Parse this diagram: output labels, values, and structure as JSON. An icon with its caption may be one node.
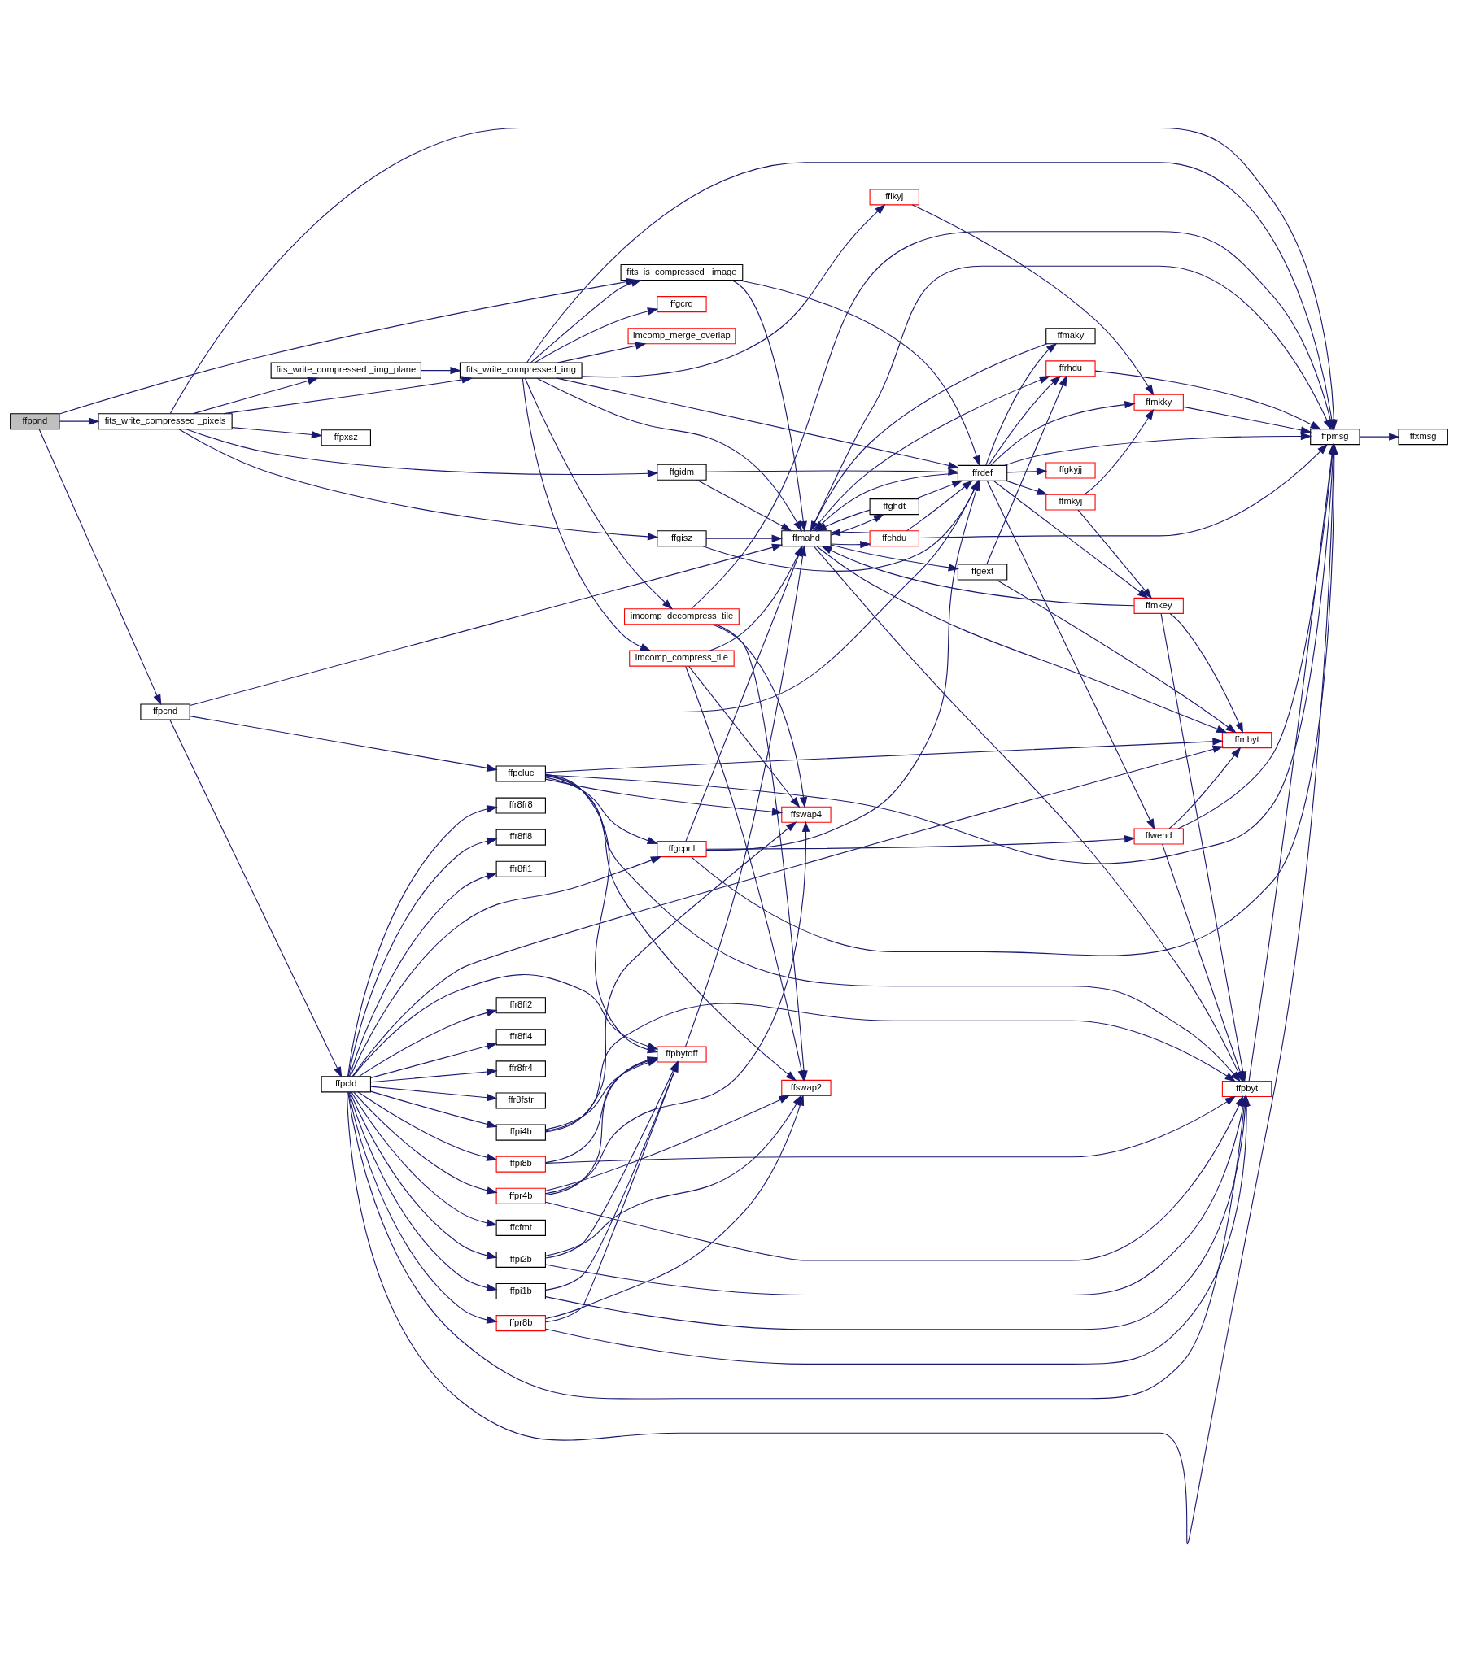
{
  "diagram": {
    "nodes": [
      {
        "text": [
          "ffppnd"
        ]
      },
      {
        "text": [
          "fits_write_compressed _pixels"
        ]
      },
      {
        "text": [
          "ffpcnd"
        ]
      },
      {
        "text": [
          "ffpxsz"
        ]
      },
      {
        "text": [
          "fits_write_compressed _img_plane"
        ]
      },
      {
        "text": [
          "fits_write_compressed_img"
        ]
      },
      {
        "text": [
          "ffpcluc"
        ]
      },
      {
        "text": [
          "ffpcld"
        ]
      },
      {
        "text": [
          "ffgidm"
        ]
      },
      {
        "text": [
          "fits_is_compressed _image"
        ]
      },
      {
        "text": [
          "ffgcrd"
        ]
      },
      {
        "text": [
          "imcomp_merge_overlap"
        ]
      },
      {
        "text": [
          "ffgisz"
        ]
      },
      {
        "text": [
          "ffgcprll"
        ]
      },
      {
        "text": [
          "imcomp_compress_tile"
        ]
      },
      {
        "text": [
          "imcomp_decompress_tile"
        ]
      },
      {
        "text": [
          "ffpi4b"
        ]
      },
      {
        "text": [
          "ffr8fi2"
        ]
      },
      {
        "text": [
          "ffr8fi4"
        ]
      },
      {
        "text": [
          "ffr8fr4"
        ]
      },
      {
        "text": [
          "ffr8fstr"
        ]
      },
      {
        "text": [
          "ffpi8b"
        ]
      },
      {
        "text": [
          "ffpi1b"
        ]
      },
      {
        "text": [
          "ffpr4b"
        ]
      },
      {
        "text": [
          "ffcfmt"
        ]
      },
      {
        "text": [
          "ffpr8b"
        ]
      },
      {
        "text": [
          "ffpi2b"
        ]
      },
      {
        "text": [
          "ffr8fr8"
        ]
      },
      {
        "text": [
          "ffr8fi8"
        ]
      },
      {
        "text": [
          "ffr8fi1"
        ]
      },
      {
        "text": [
          "ffikyj"
        ]
      },
      {
        "text": [
          "ffmahd"
        ]
      },
      {
        "text": [
          "ffchdu"
        ]
      },
      {
        "text": [
          "ffghdt"
        ]
      },
      {
        "text": [
          "ffgext"
        ]
      },
      {
        "text": [
          "ffpbytoff"
        ]
      },
      {
        "text": [
          "ffswap4"
        ]
      },
      {
        "text": [
          "ffswap2"
        ]
      },
      {
        "text": [
          "ffrdef"
        ]
      },
      {
        "text": [
          "ffmaky"
        ]
      },
      {
        "text": [
          "ffgkyjj"
        ]
      },
      {
        "text": [
          "ffmkyj"
        ]
      },
      {
        "text": [
          "ffmkky"
        ]
      },
      {
        "text": [
          "ffrhdu"
        ]
      },
      {
        "text": [
          "ffmkey"
        ]
      },
      {
        "text": [
          "ffwend"
        ]
      },
      {
        "text": [
          "ffmbyt"
        ]
      },
      {
        "text": [
          "ffpbyt"
        ]
      },
      {
        "text": [
          "ffpmsg"
        ]
      },
      {
        "text": [
          "ffxmsg"
        ]
      }
    ],
    "edges": [
      {
        "from": 0,
        "to": 1,
        "arrow": "to"
      },
      {
        "from": 0,
        "to": 9,
        "arrow": "to"
      },
      {
        "from": 0,
        "to": 2,
        "arrow": "to"
      },
      {
        "from": 1,
        "to": 3,
        "arrow": "to"
      },
      {
        "from": 1,
        "to": 5,
        "arrow": "to"
      },
      {
        "from": 1,
        "to": 4,
        "arrow": "to"
      },
      {
        "from": 1,
        "to": 8,
        "arrow": "to"
      },
      {
        "from": 1,
        "to": 12,
        "arrow": "to"
      },
      {
        "from": 1,
        "to": 48,
        "arrow": "to"
      },
      {
        "from": 4,
        "to": 5,
        "arrow": "to"
      },
      {
        "from": 5,
        "to": 30,
        "arrow": "to"
      },
      {
        "from": 5,
        "to": 48,
        "arrow": "to"
      },
      {
        "from": 5,
        "to": 9,
        "arrow": "to"
      },
      {
        "from": 5,
        "to": 38,
        "arrow": "to"
      },
      {
        "from": 5,
        "to": 10,
        "arrow": "to"
      },
      {
        "from": 5,
        "to": 11,
        "arrow": "to"
      },
      {
        "from": 5,
        "to": 31,
        "arrow": "to"
      },
      {
        "from": 5,
        "to": 14,
        "arrow": "to"
      },
      {
        "from": 5,
        "to": 15,
        "arrow": "to"
      },
      {
        "from": 2,
        "to": 31,
        "arrow": "to"
      },
      {
        "from": 2,
        "to": 38,
        "arrow": "to"
      },
      {
        "from": 2,
        "to": 6,
        "arrow": "to"
      },
      {
        "from": 2,
        "to": 7,
        "arrow": "to"
      },
      {
        "from": 8,
        "to": 31,
        "arrow": "to"
      },
      {
        "from": 8,
        "to": 38,
        "arrow": "to"
      },
      {
        "from": 9,
        "to": 31,
        "arrow": "to"
      },
      {
        "from": 9,
        "to": 38,
        "arrow": "to"
      },
      {
        "from": 12,
        "to": 31,
        "arrow": "to"
      },
      {
        "from": 12,
        "to": 38,
        "arrow": "to"
      },
      {
        "from": 6,
        "to": 13,
        "arrow": "to"
      },
      {
        "from": 6,
        "to": 36,
        "arrow": "to"
      },
      {
        "from": 6,
        "to": 46,
        "arrow": "to"
      },
      {
        "from": 6,
        "to": 48,
        "arrow": "to"
      },
      {
        "from": 6,
        "to": 35,
        "arrow": "to"
      },
      {
        "from": 6,
        "to": 37,
        "arrow": "to"
      },
      {
        "from": 6,
        "to": 47,
        "arrow": "to"
      },
      {
        "from": 7,
        "to": 13,
        "arrow": "to"
      },
      {
        "from": 7,
        "to": 46,
        "arrow": "to"
      },
      {
        "from": 7,
        "to": 16,
        "arrow": "to"
      },
      {
        "from": 7,
        "to": 35,
        "arrow": "to"
      },
      {
        "from": 7,
        "to": 17,
        "arrow": "to"
      },
      {
        "from": 7,
        "to": 18,
        "arrow": "to"
      },
      {
        "from": 7,
        "to": 19,
        "arrow": "to"
      },
      {
        "from": 7,
        "to": 20,
        "arrow": "to"
      },
      {
        "from": 7,
        "to": 21,
        "arrow": "to"
      },
      {
        "from": 7,
        "to": 22,
        "arrow": "to"
      },
      {
        "from": 7,
        "to": 23,
        "arrow": "to"
      },
      {
        "from": 7,
        "to": 24,
        "arrow": "to"
      },
      {
        "from": 7,
        "to": 25,
        "arrow": "to"
      },
      {
        "from": 7,
        "to": 26,
        "arrow": "to"
      },
      {
        "from": 7,
        "to": 27,
        "arrow": "to"
      },
      {
        "from": 7,
        "to": 28,
        "arrow": "to"
      },
      {
        "from": 7,
        "to": 29,
        "arrow": "to"
      },
      {
        "from": 7,
        "to": 47,
        "arrow": "to"
      },
      {
        "from": 7,
        "to": 48,
        "arrow": "to"
      },
      {
        "from": 13,
        "to": 31,
        "arrow": "to"
      },
      {
        "from": 13,
        "to": 38,
        "arrow": "to"
      },
      {
        "from": 13,
        "to": 45,
        "arrow": "to"
      },
      {
        "from": 13,
        "to": 48,
        "arrow": "to"
      },
      {
        "from": 14,
        "to": 31,
        "arrow": "to"
      },
      {
        "from": 14,
        "to": 36,
        "arrow": "to"
      },
      {
        "from": 14,
        "to": 37,
        "arrow": "to"
      },
      {
        "from": 15,
        "to": 48,
        "arrow": "to"
      },
      {
        "from": 15,
        "to": 36,
        "arrow": "to"
      },
      {
        "from": 15,
        "to": 37,
        "arrow": "to"
      },
      {
        "from": 16,
        "to": 36,
        "arrow": "to"
      },
      {
        "from": 16,
        "to": 35,
        "arrow": "to"
      },
      {
        "from": 16,
        "to": 47,
        "arrow": "to"
      },
      {
        "from": 21,
        "to": 35,
        "arrow": "to"
      },
      {
        "from": 21,
        "to": 47,
        "arrow": "to"
      },
      {
        "from": 22,
        "to": 35,
        "arrow": "to"
      },
      {
        "from": 22,
        "to": 47,
        "arrow": "to"
      },
      {
        "from": 23,
        "to": 35,
        "arrow": "to"
      },
      {
        "from": 23,
        "to": 36,
        "arrow": "to"
      },
      {
        "from": 23,
        "to": 37,
        "arrow": "to"
      },
      {
        "from": 23,
        "to": 47,
        "arrow": "to"
      },
      {
        "from": 25,
        "to": 35,
        "arrow": "to"
      },
      {
        "from": 25,
        "to": 37,
        "arrow": "to"
      },
      {
        "from": 25,
        "to": 47,
        "arrow": "to"
      },
      {
        "from": 26,
        "to": 35,
        "arrow": "to"
      },
      {
        "from": 26,
        "to": 37,
        "arrow": "to"
      },
      {
        "from": 26,
        "to": 47,
        "arrow": "to"
      },
      {
        "from": 30,
        "to": 42,
        "arrow": "to"
      },
      {
        "from": 35,
        "to": 31,
        "arrow": "to"
      },
      {
        "from": 31,
        "to": 32,
        "arrow": "to"
      },
      {
        "from": 31,
        "to": 33,
        "arrow": "to"
      },
      {
        "from": 31,
        "to": 34,
        "arrow": "to"
      },
      {
        "from": 31,
        "to": 43,
        "arrow": "to"
      },
      {
        "from": 31,
        "to": 48,
        "arrow": "to"
      },
      {
        "from": 31,
        "to": 46,
        "arrow": "to"
      },
      {
        "from": 31,
        "to": 47,
        "arrow": "to"
      },
      {
        "from": 32,
        "to": 31,
        "arrow": "to"
      },
      {
        "from": 32,
        "to": 38,
        "arrow": "to"
      },
      {
        "from": 32,
        "to": 48,
        "arrow": "to"
      },
      {
        "from": 33,
        "to": 31,
        "arrow": "to"
      },
      {
        "from": 33,
        "to": 38,
        "arrow": "to"
      },
      {
        "from": 34,
        "to": 43,
        "arrow": "to"
      },
      {
        "from": 34,
        "to": 46,
        "arrow": "to"
      },
      {
        "from": 38,
        "to": 31,
        "arrow": "to"
      },
      {
        "from": 38,
        "to": 39,
        "arrow": "to"
      },
      {
        "from": 38,
        "to": 40,
        "arrow": "to"
      },
      {
        "from": 38,
        "to": 42,
        "arrow": "to"
      },
      {
        "from": 38,
        "to": 41,
        "arrow": "to"
      },
      {
        "from": 38,
        "to": 43,
        "arrow": "to"
      },
      {
        "from": 38,
        "to": 44,
        "arrow": "to"
      },
      {
        "from": 38,
        "to": 45,
        "arrow": "to"
      },
      {
        "from": 38,
        "to": 48,
        "arrow": "to"
      },
      {
        "from": 39,
        "to": 31,
        "arrow": "to"
      },
      {
        "from": 41,
        "to": 42,
        "arrow": "to"
      },
      {
        "from": 41,
        "to": 44,
        "arrow": "to"
      },
      {
        "from": 42,
        "to": 48,
        "arrow": "to"
      },
      {
        "from": 43,
        "to": 48,
        "arrow": "to"
      },
      {
        "from": 44,
        "to": 31,
        "arrow": "to"
      },
      {
        "from": 44,
        "to": 46,
        "arrow": "to"
      },
      {
        "from": 44,
        "to": 47,
        "arrow": "to"
      },
      {
        "from": 45,
        "to": 46,
        "arrow": "to"
      },
      {
        "from": 45,
        "to": 47,
        "arrow": "to"
      },
      {
        "from": 45,
        "to": 48,
        "arrow": "to"
      },
      {
        "from": 47,
        "to": 48,
        "arrow": "to"
      },
      {
        "from": 48,
        "to": 49,
        "arrow": "to"
      }
    ]
  }
}
